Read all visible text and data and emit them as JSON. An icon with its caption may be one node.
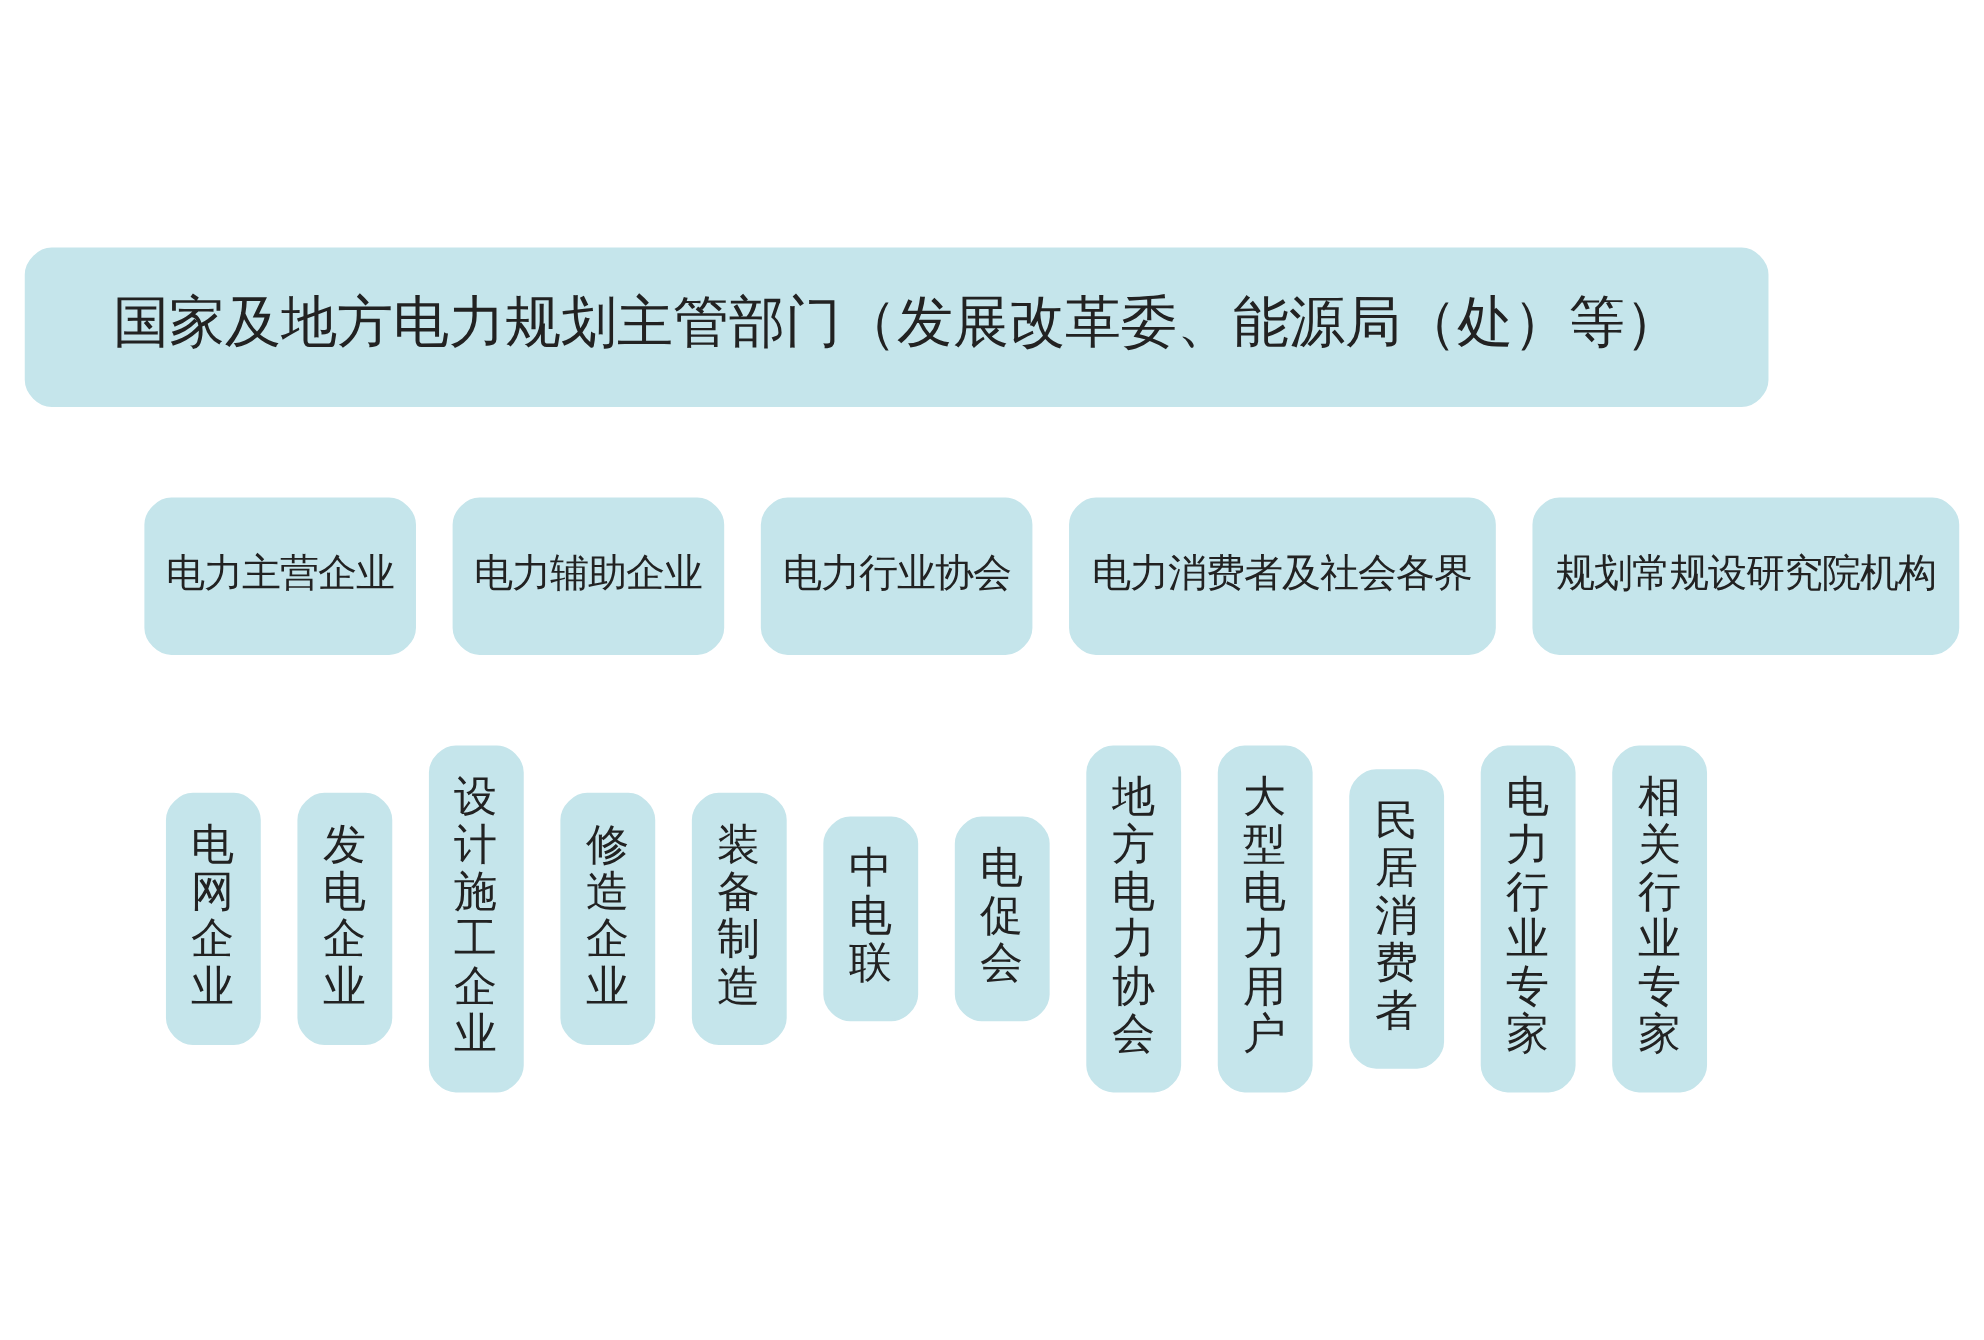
{
  "diagram": {
    "nodes": [
      {
        "text": [
          "国家及地方电力规划主管部门（发展改革委、能源局（处）等）"
        ]
      },
      {
        "text": [
          "电力主营企业"
        ]
      },
      {
        "text": [
          "电力辅助企业"
        ]
      },
      {
        "text": [
          "电力行业协会"
        ]
      },
      {
        "text": [
          "电力消费者及社会各界"
        ]
      },
      {
        "text": [
          "规划常规设研究院机构"
        ]
      },
      {
        "text": [
          "电网企业"
        ]
      },
      {
        "text": [
          "发电企业"
        ]
      },
      {
        "text": [
          "设计施工企业"
        ]
      },
      {
        "text": [
          "修造企业"
        ]
      },
      {
        "text": [
          "装备制造"
        ]
      },
      {
        "text": [
          "中电联"
        ]
      },
      {
        "text": [
          "电促会"
        ]
      },
      {
        "text": [
          "地方电力协会"
        ]
      },
      {
        "text": [
          "大型电力用户"
        ]
      },
      {
        "text": [
          "民居消费者"
        ]
      },
      {
        "text": [
          "电力行业专家"
        ]
      },
      {
        "text": [
          "相关行业专家"
        ]
      }
    ]
  }
}
